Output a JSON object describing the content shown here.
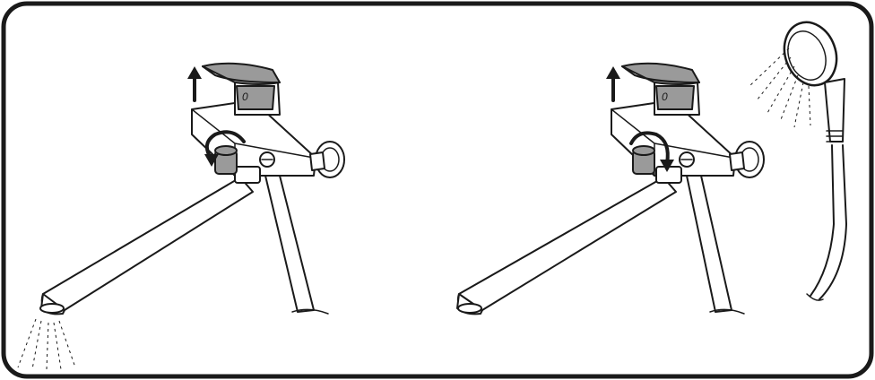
{
  "colors": {
    "ink": "#1a1a1a",
    "accent_grey": "#9a9a9a",
    "background": "#ffffff"
  },
  "illustration": {
    "panels": [
      {
        "id": "spout-mode",
        "handle_mark": "0",
        "icons": [
          "lever-up-arrow-icon",
          "rotate-arrow-icon",
          "water-spray-icon"
        ]
      },
      {
        "id": "shower-mode",
        "handle_mark": "0",
        "icons": [
          "lever-up-arrow-icon",
          "rotate-arrow-icon",
          "shower-head-icon"
        ]
      }
    ]
  }
}
